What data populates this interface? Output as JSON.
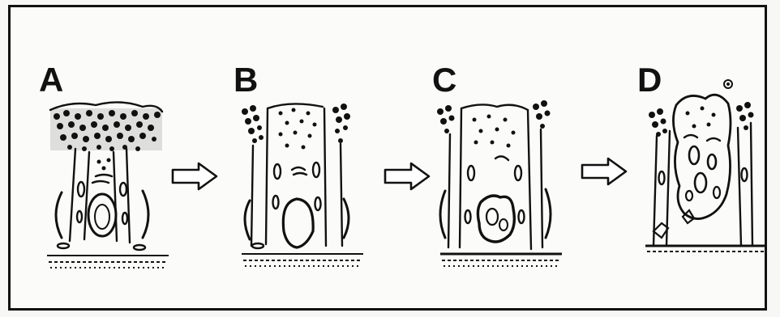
{
  "stages": [
    {
      "id": "A",
      "label": "A"
    },
    {
      "id": "B",
      "label": "B"
    },
    {
      "id": "C",
      "label": "C"
    },
    {
      "id": "D",
      "label": "D"
    }
  ],
  "colors": {
    "ink": "#111111",
    "background": "#fbfbf9",
    "border": "#111111"
  },
  "icons": {
    "transition_arrow": "right-arrow-outline-icon"
  }
}
